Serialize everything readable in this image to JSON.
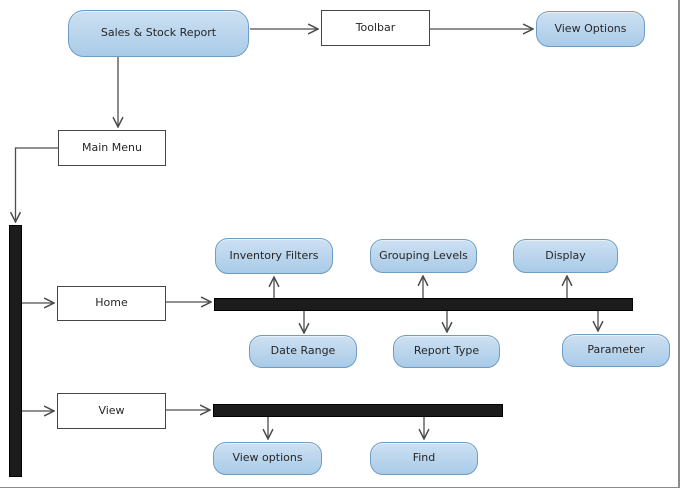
{
  "diagram": {
    "nodes": {
      "sales_stock": "Sales & Stock Report",
      "toolbar": "Toolbar",
      "view_options_top": "View Options",
      "main_menu": "Main Menu",
      "home": "Home",
      "view": "View",
      "inventory_filters": "Inventory Filters",
      "grouping_levels": "Grouping Levels",
      "display": "Display",
      "date_range": "Date Range",
      "report_type": "Report Type",
      "parameter": "Parameter",
      "view_options_bottom": "View options",
      "find": "Find"
    },
    "colors": {
      "node_fill_top": "#cde0f2",
      "node_fill_bottom": "#a9cbe8",
      "node_border": "#6e9cc3",
      "plain_border": "#454545",
      "bar_fill": "#1c1c1c",
      "connector": "#4d4d4d",
      "text": "#262626",
      "page_edge": "#8c8c8c"
    }
  }
}
